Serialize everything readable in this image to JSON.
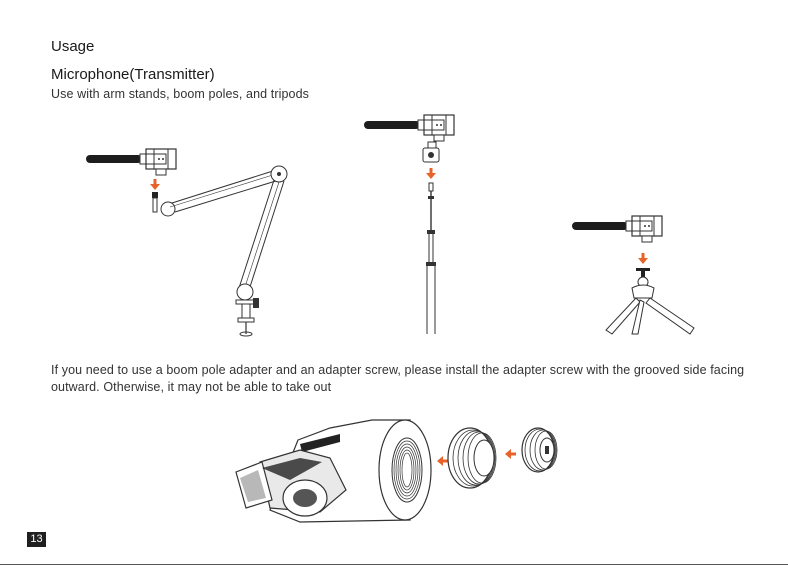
{
  "heading": "Usage",
  "section": {
    "title": "Microphone(Transmitter)",
    "caption": "Use with arm stands, boom poles, and tripods"
  },
  "note": "If you need to use a boom pole adapter and an adapter screw, please install the adapter screw with the grooved side facing outward. Otherwise, it may not be able to take out",
  "page_number": "13",
  "colors": {
    "accent_arrow": "#e8632a",
    "line_art": "#3a3a3a"
  },
  "illustrations": [
    "arm-stand-mount",
    "boom-pole-mount",
    "tripod-mount",
    "adapter-screw-assembly"
  ]
}
